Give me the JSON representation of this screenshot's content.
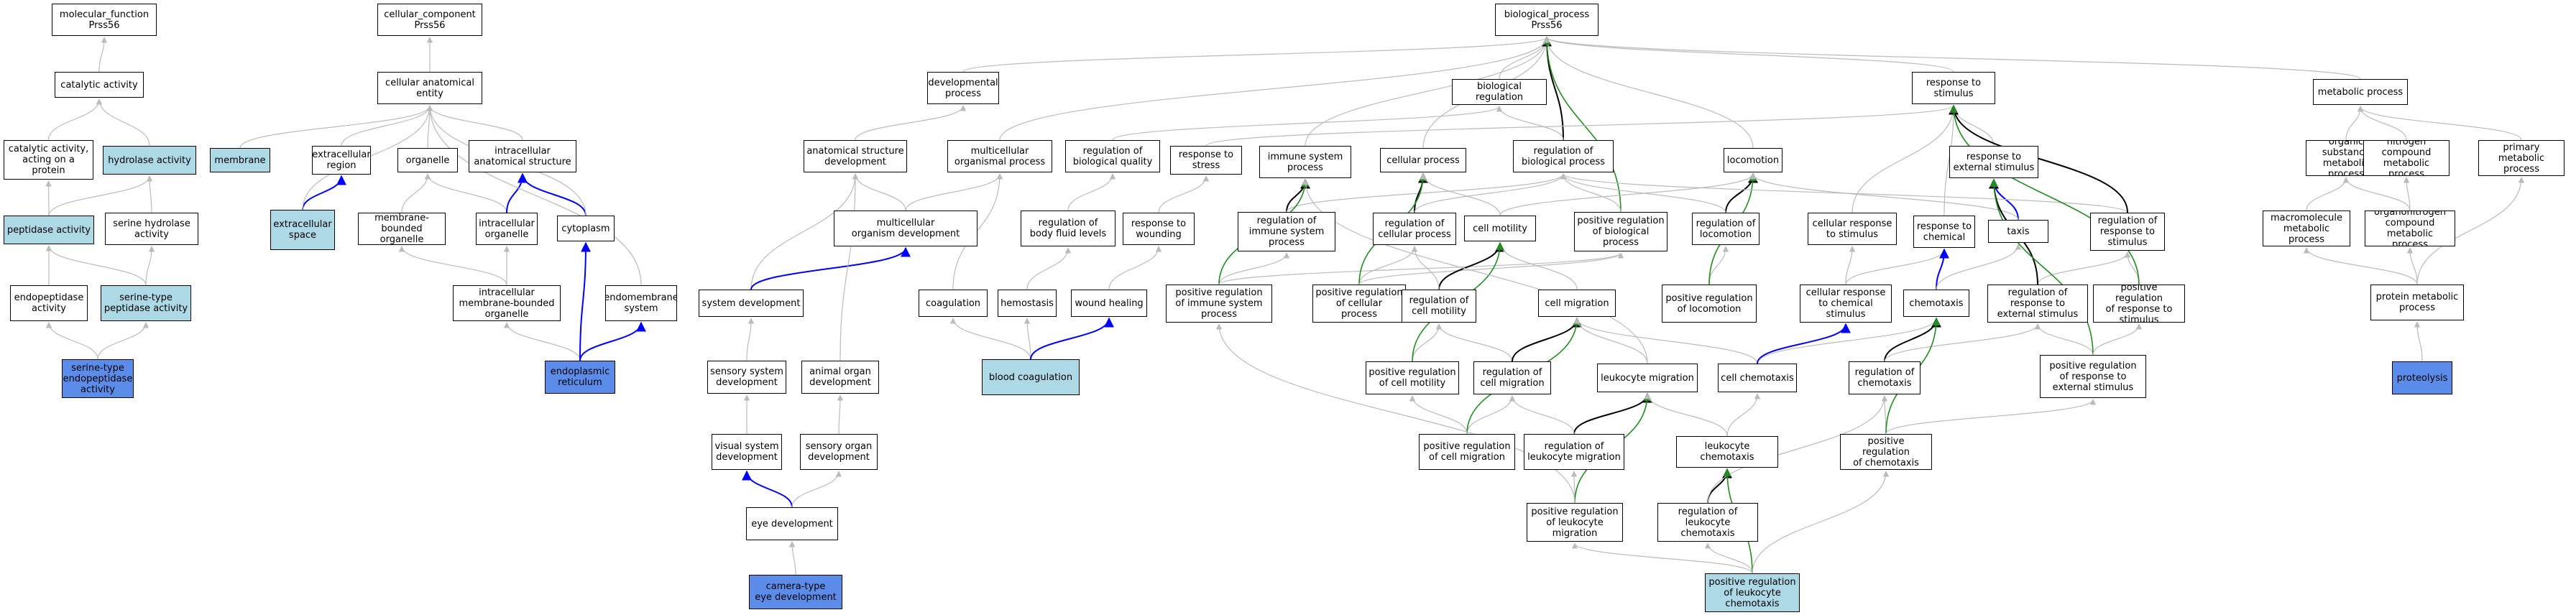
{
  "colors": {
    "white": "#ffffff",
    "light_blue": "#add8e6",
    "blue": "#5b8cea",
    "edge_grey": "#bbbbbb",
    "edge_blue": "#0000ff",
    "edge_black": "#000000",
    "edge_green": "#228b22"
  },
  "nodes": [
    {
      "id": "n1",
      "label": "molecular_function\nPrss56",
      "fill": "white"
    },
    {
      "id": "n2",
      "label": "cellular_component\nPrss56",
      "fill": "white"
    },
    {
      "id": "n3",
      "label": "biological_process\nPrss56",
      "fill": "white"
    },
    {
      "id": "n4",
      "label": "catalytic activity",
      "fill": "white"
    },
    {
      "id": "n5",
      "label": "cellular anatomical\nentity",
      "fill": "white"
    },
    {
      "id": "n6",
      "label": "developmental\nprocess",
      "fill": "white"
    },
    {
      "id": "n7",
      "label": "biological regulation",
      "fill": "white"
    },
    {
      "id": "n8",
      "label": "response to\nstimulus",
      "fill": "white"
    },
    {
      "id": "n9",
      "label": "metabolic process",
      "fill": "white"
    },
    {
      "id": "n10",
      "label": "catalytic activity,\nacting on a\nprotein",
      "fill": "white"
    },
    {
      "id": "n11",
      "label": "hydrolase activity",
      "fill": "light_blue"
    },
    {
      "id": "n12",
      "label": "membrane",
      "fill": "light_blue"
    },
    {
      "id": "n13",
      "label": "extracellular\nregion",
      "fill": "white"
    },
    {
      "id": "n14",
      "label": "organelle",
      "fill": "white"
    },
    {
      "id": "n15",
      "label": "intracellular\nanatomical structure",
      "fill": "white"
    },
    {
      "id": "n16",
      "label": "anatomical structure\ndevelopment",
      "fill": "white"
    },
    {
      "id": "n17",
      "label": "multicellular\norganismal process",
      "fill": "white"
    },
    {
      "id": "n18",
      "label": "regulation of\nbiological quality",
      "fill": "white"
    },
    {
      "id": "n19",
      "label": "response to\nstress",
      "fill": "white"
    },
    {
      "id": "n20",
      "label": "immune system\nprocess",
      "fill": "white"
    },
    {
      "id": "n21",
      "label": "cellular process",
      "fill": "white"
    },
    {
      "id": "n22",
      "label": "regulation of\nbiological process",
      "fill": "white"
    },
    {
      "id": "n23",
      "label": "locomotion",
      "fill": "white"
    },
    {
      "id": "n24",
      "label": "response to\nexternal stimulus",
      "fill": "white"
    },
    {
      "id": "n25",
      "label": "organic substance\nmetabolic process",
      "fill": "white"
    },
    {
      "id": "n26",
      "label": "nitrogen compound\nmetabolic process",
      "fill": "white"
    },
    {
      "id": "n27",
      "label": "primary metabolic\nprocess",
      "fill": "white"
    },
    {
      "id": "n28",
      "label": "peptidase activity",
      "fill": "light_blue"
    },
    {
      "id": "n29",
      "label": "serine hydrolase\nactivity",
      "fill": "white"
    },
    {
      "id": "n30",
      "label": "extracellular\nspace",
      "fill": "light_blue"
    },
    {
      "id": "n31",
      "label": "membrane-bounded\norganelle",
      "fill": "white"
    },
    {
      "id": "n32",
      "label": "intracellular\norganelle",
      "fill": "white"
    },
    {
      "id": "n33",
      "label": "cytoplasm",
      "fill": "white"
    },
    {
      "id": "n34",
      "label": "multicellular\norganism development",
      "fill": "white"
    },
    {
      "id": "n35",
      "label": "regulation of\nbody fluid levels",
      "fill": "white"
    },
    {
      "id": "n36",
      "label": "response to\nwounding",
      "fill": "white"
    },
    {
      "id": "n37",
      "label": "regulation of\nimmune system\nprocess",
      "fill": "white"
    },
    {
      "id": "n38",
      "label": "regulation of\ncellular process",
      "fill": "white"
    },
    {
      "id": "n39",
      "label": "cell motility",
      "fill": "white"
    },
    {
      "id": "n40",
      "label": "positive regulation\nof biological\nprocess",
      "fill": "white"
    },
    {
      "id": "n41",
      "label": "regulation of\nlocomotion",
      "fill": "white"
    },
    {
      "id": "n42",
      "label": "cellular response\nto stimulus",
      "fill": "white"
    },
    {
      "id": "n43",
      "label": "response to\nchemical",
      "fill": "white"
    },
    {
      "id": "n44",
      "label": "taxis",
      "fill": "white"
    },
    {
      "id": "n45",
      "label": "regulation of\nresponse to\nstimulus",
      "fill": "white"
    },
    {
      "id": "n46",
      "label": "macromolecule\nmetabolic process",
      "fill": "white"
    },
    {
      "id": "n47",
      "label": "organonitrogen\ncompound metabolic\nprocess",
      "fill": "white"
    },
    {
      "id": "n48",
      "label": "endopeptidase\nactivity",
      "fill": "white"
    },
    {
      "id": "n49",
      "label": "serine-type\npeptidase activity",
      "fill": "light_blue"
    },
    {
      "id": "n50",
      "label": "intracellular\nmembrane-bounded\norganelle",
      "fill": "white"
    },
    {
      "id": "n51",
      "label": "endomembrane\nsystem",
      "fill": "white"
    },
    {
      "id": "n52",
      "label": "system development",
      "fill": "white"
    },
    {
      "id": "n53",
      "label": "coagulation",
      "fill": "white"
    },
    {
      "id": "n54",
      "label": "hemostasis",
      "fill": "white"
    },
    {
      "id": "n55",
      "label": "wound healing",
      "fill": "white"
    },
    {
      "id": "n56",
      "label": "positive regulation\nof immune system\nprocess",
      "fill": "white"
    },
    {
      "id": "n57",
      "label": "positive regulation\nof cellular\nprocess",
      "fill": "white"
    },
    {
      "id": "n58",
      "label": "regulation of\ncell motility",
      "fill": "white"
    },
    {
      "id": "n59",
      "label": "cell migration",
      "fill": "white"
    },
    {
      "id": "n60",
      "label": "positive regulation\nof locomotion",
      "fill": "white"
    },
    {
      "id": "n61",
      "label": "cellular response\nto chemical\nstimulus",
      "fill": "white"
    },
    {
      "id": "n62",
      "label": "chemotaxis",
      "fill": "white"
    },
    {
      "id": "n63",
      "label": "regulation of\nresponse to\nexternal stimulus",
      "fill": "white"
    },
    {
      "id": "n64",
      "label": "positive regulation\nof response to\nstimulus",
      "fill": "white"
    },
    {
      "id": "n65",
      "label": "protein metabolic\nprocess",
      "fill": "white"
    },
    {
      "id": "n66",
      "label": "serine-type\nendopeptidase\nactivity",
      "fill": "blue"
    },
    {
      "id": "n67",
      "label": "endoplasmic\nreticulum",
      "fill": "blue"
    },
    {
      "id": "n68",
      "label": "sensory system\ndevelopment",
      "fill": "white"
    },
    {
      "id": "n69",
      "label": "animal organ\ndevelopment",
      "fill": "white"
    },
    {
      "id": "n70",
      "label": "blood coagulation",
      "fill": "light_blue"
    },
    {
      "id": "n71",
      "label": "positive regulation\nof cell motility",
      "fill": "white"
    },
    {
      "id": "n72",
      "label": "regulation of\ncell migration",
      "fill": "white"
    },
    {
      "id": "n73",
      "label": "leukocyte migration",
      "fill": "white"
    },
    {
      "id": "n74",
      "label": "cell chemotaxis",
      "fill": "white"
    },
    {
      "id": "n75",
      "label": "regulation of\nchemotaxis",
      "fill": "white"
    },
    {
      "id": "n76",
      "label": "positive regulation\nof response to\nexternal stimulus",
      "fill": "white"
    },
    {
      "id": "n77",
      "label": "proteolysis",
      "fill": "blue"
    },
    {
      "id": "n78",
      "label": "visual system\ndevelopment",
      "fill": "white"
    },
    {
      "id": "n79",
      "label": "sensory organ\ndevelopment",
      "fill": "white"
    },
    {
      "id": "n80",
      "label": "positive regulation\nof cell migration",
      "fill": "white"
    },
    {
      "id": "n81",
      "label": "regulation of\nleukocyte migration",
      "fill": "white"
    },
    {
      "id": "n82",
      "label": "leukocyte chemotaxis",
      "fill": "white"
    },
    {
      "id": "n83",
      "label": "positive regulation\nof chemotaxis",
      "fill": "white"
    },
    {
      "id": "n84",
      "label": "eye development",
      "fill": "white"
    },
    {
      "id": "n85",
      "label": "positive regulation\nof leukocyte\nmigration",
      "fill": "white"
    },
    {
      "id": "n86",
      "label": "regulation of\nleukocyte chemotaxis",
      "fill": "white"
    },
    {
      "id": "n87",
      "label": "camera-type\neye development",
      "fill": "blue"
    },
    {
      "id": "n88",
      "label": "positive regulation\nof leukocyte\nchemotaxis",
      "fill": "light_blue"
    }
  ],
  "edges": [
    [
      "n4",
      "n1",
      "grey"
    ],
    [
      "n10",
      "n4",
      "grey"
    ],
    [
      "n11",
      "n4",
      "grey"
    ],
    [
      "n28",
      "n10",
      "grey"
    ],
    [
      "n28",
      "n11",
      "grey"
    ],
    [
      "n29",
      "n11",
      "grey"
    ],
    [
      "n48",
      "n28",
      "grey"
    ],
    [
      "n49",
      "n28",
      "grey"
    ],
    [
      "n49",
      "n29",
      "grey"
    ],
    [
      "n66",
      "n48",
      "grey"
    ],
    [
      "n66",
      "n49",
      "grey"
    ],
    [
      "n5",
      "n2",
      "grey"
    ],
    [
      "n12",
      "n5",
      "grey"
    ],
    [
      "n13",
      "n5",
      "grey"
    ],
    [
      "n14",
      "n5",
      "grey"
    ],
    [
      "n15",
      "n5",
      "grey"
    ],
    [
      "n30",
      "n13",
      "blue"
    ],
    [
      "n30",
      "n5",
      "grey"
    ],
    [
      "n31",
      "n14",
      "grey"
    ],
    [
      "n32",
      "n14",
      "grey"
    ],
    [
      "n32",
      "n15",
      "blue"
    ],
    [
      "n33",
      "n15",
      "blue"
    ],
    [
      "n33",
      "n5",
      "grey"
    ],
    [
      "n50",
      "n31",
      "grey"
    ],
    [
      "n50",
      "n32",
      "grey"
    ],
    [
      "n51",
      "n5",
      "grey"
    ],
    [
      "n67",
      "n50",
      "grey"
    ],
    [
      "n67",
      "n33",
      "blue"
    ],
    [
      "n67",
      "n51",
      "blue"
    ],
    [
      "n6",
      "n3",
      "grey"
    ],
    [
      "n7",
      "n3",
      "grey"
    ],
    [
      "n8",
      "n3",
      "grey"
    ],
    [
      "n9",
      "n3",
      "grey"
    ],
    [
      "n20",
      "n3",
      "grey"
    ],
    [
      "n21",
      "n3",
      "grey"
    ],
    [
      "n22",
      "n3",
      "black"
    ],
    [
      "n23",
      "n3",
      "grey"
    ],
    [
      "n40",
      "n3",
      "green"
    ],
    [
      "n17",
      "n3",
      "grey"
    ],
    [
      "n16",
      "n6",
      "grey"
    ],
    [
      "n34",
      "n16",
      "grey"
    ],
    [
      "n34",
      "n17",
      "grey"
    ],
    [
      "n52",
      "n16",
      "grey"
    ],
    [
      "n52",
      "n34",
      "blue"
    ],
    [
      "n68",
      "n52",
      "grey"
    ],
    [
      "n69",
      "n16",
      "grey"
    ],
    [
      "n78",
      "n68",
      "grey"
    ],
    [
      "n79",
      "n69",
      "grey"
    ],
    [
      "n84",
      "n78",
      "blue"
    ],
    [
      "n84",
      "n79",
      "grey"
    ],
    [
      "n87",
      "n84",
      "grey"
    ],
    [
      "n18",
      "n7",
      "grey"
    ],
    [
      "n35",
      "n18",
      "grey"
    ],
    [
      "n54",
      "n35",
      "grey"
    ],
    [
      "n53",
      "n17",
      "grey"
    ],
    [
      "n70",
      "n53",
      "grey"
    ],
    [
      "n70",
      "n54",
      "grey"
    ],
    [
      "n70",
      "n55",
      "blue"
    ],
    [
      "n19",
      "n8",
      "grey"
    ],
    [
      "n36",
      "n19",
      "grey"
    ],
    [
      "n55",
      "n36",
      "grey"
    ],
    [
      "n22",
      "n7",
      "grey"
    ],
    [
      "n37",
      "n20",
      "black"
    ],
    [
      "n37",
      "n22",
      "grey"
    ],
    [
      "n38",
      "n21",
      "black"
    ],
    [
      "n38",
      "n22",
      "grey"
    ],
    [
      "n56",
      "n37",
      "grey"
    ],
    [
      "n56",
      "n20",
      "green"
    ],
    [
      "n56",
      "n40",
      "grey"
    ],
    [
      "n57",
      "n38",
      "grey"
    ],
    [
      "n57",
      "n21",
      "green"
    ],
    [
      "n57",
      "n40",
      "grey"
    ],
    [
      "n40",
      "n22",
      "grey"
    ],
    [
      "n39",
      "n21",
      "grey"
    ],
    [
      "n39",
      "n23",
      "grey"
    ],
    [
      "n58",
      "n39",
      "black"
    ],
    [
      "n58",
      "n38",
      "grey"
    ],
    [
      "n59",
      "n39",
      "grey"
    ],
    [
      "n41",
      "n23",
      "black"
    ],
    [
      "n41",
      "n22",
      "grey"
    ],
    [
      "n60",
      "n41",
      "grey"
    ],
    [
      "n60",
      "n23",
      "green"
    ],
    [
      "n71",
      "n58",
      "grey"
    ],
    [
      "n71",
      "n39",
      "green"
    ],
    [
      "n72",
      "n58",
      "grey"
    ],
    [
      "n72",
      "n59",
      "black"
    ],
    [
      "n80",
      "n72",
      "grey"
    ],
    [
      "n80",
      "n59",
      "green"
    ],
    [
      "n80",
      "n71",
      "grey"
    ],
    [
      "n73",
      "n59",
      "grey"
    ],
    [
      "n73",
      "n20",
      "grey"
    ],
    [
      "n81",
      "n73",
      "black"
    ],
    [
      "n81",
      "n72",
      "grey"
    ],
    [
      "n85",
      "n81",
      "grey"
    ],
    [
      "n85",
      "n73",
      "green"
    ],
    [
      "n85",
      "n56",
      "grey"
    ],
    [
      "n24",
      "n8",
      "grey"
    ],
    [
      "n43",
      "n8",
      "grey"
    ],
    [
      "n42",
      "n8",
      "grey"
    ],
    [
      "n44",
      "n24",
      "blue"
    ],
    [
      "n44",
      "n23",
      "grey"
    ],
    [
      "n61",
      "n42",
      "grey"
    ],
    [
      "n61",
      "n43",
      "grey"
    ],
    [
      "n62",
      "n43",
      "blue"
    ],
    [
      "n62",
      "n44",
      "grey"
    ],
    [
      "n74",
      "n62",
      "grey"
    ],
    [
      "n74",
      "n59",
      "grey"
    ],
    [
      "n74",
      "n61",
      "blue"
    ],
    [
      "n82",
      "n74",
      "grey"
    ],
    [
      "n82",
      "n73",
      "grey"
    ],
    [
      "n45",
      "n22",
      "grey"
    ],
    [
      "n45",
      "n8",
      "black"
    ],
    [
      "n63",
      "n45",
      "grey"
    ],
    [
      "n63",
      "n24",
      "black"
    ],
    [
      "n64",
      "n45",
      "grey"
    ],
    [
      "n64",
      "n8",
      "green"
    ],
    [
      "n76",
      "n63",
      "grey"
    ],
    [
      "n76",
      "n24",
      "green"
    ],
    [
      "n76",
      "n64",
      "grey"
    ],
    [
      "n75",
      "n62",
      "black"
    ],
    [
      "n75",
      "n63",
      "grey"
    ],
    [
      "n83",
      "n75",
      "grey"
    ],
    [
      "n83",
      "n62",
      "green"
    ],
    [
      "n83",
      "n76",
      "grey"
    ],
    [
      "n86",
      "n82",
      "black"
    ],
    [
      "n86",
      "n75",
      "grey"
    ],
    [
      "n88",
      "n86",
      "grey"
    ],
    [
      "n88",
      "n82",
      "green"
    ],
    [
      "n88",
      "n85",
      "grey"
    ],
    [
      "n88",
      "n83",
      "grey"
    ],
    [
      "n25",
      "n9",
      "grey"
    ],
    [
      "n26",
      "n9",
      "grey"
    ],
    [
      "n27",
      "n9",
      "grey"
    ],
    [
      "n46",
      "n25",
      "grey"
    ],
    [
      "n47",
      "n26",
      "grey"
    ],
    [
      "n47",
      "n25",
      "grey"
    ],
    [
      "n65",
      "n46",
      "grey"
    ],
    [
      "n65",
      "n47",
      "grey"
    ],
    [
      "n65",
      "n27",
      "grey"
    ],
    [
      "n77",
      "n65",
      "grey"
    ]
  ]
}
